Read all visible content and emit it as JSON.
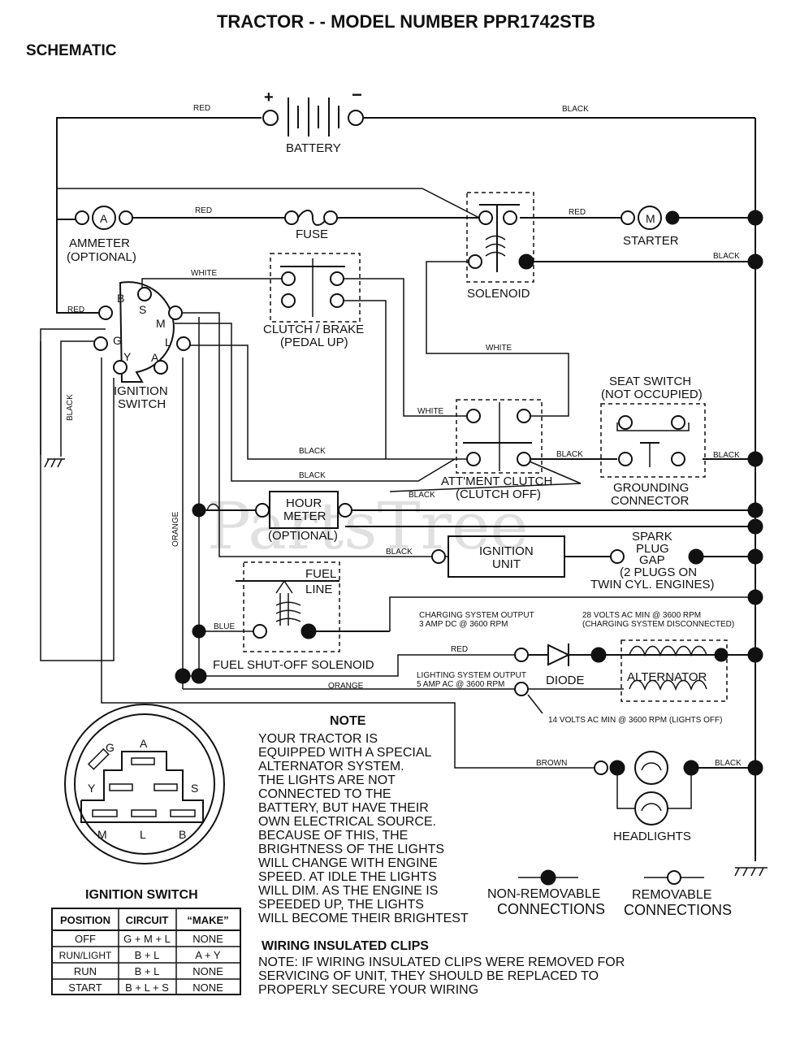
{
  "title": "TRACTOR - - MODEL NUMBER PPR1742STB",
  "subtitle": "SCHEMATIC",
  "watermark": "PartsTree",
  "components": {
    "battery": "BATTERY",
    "ammeter": "AMMETER",
    "ammeter_note": "(OPTIONAL)",
    "ammeter_symbol": "A",
    "fuse": "FUSE",
    "solenoid": "SOLENOID",
    "starter": "STARTER",
    "starter_symbol": "M",
    "clutch_brake": "CLUTCH / BRAKE",
    "clutch_brake_note": "(PEDAL UP)",
    "ignition_switch_1": "IGNITION",
    "ignition_switch_2": "SWITCH",
    "seat_switch": "SEAT SWITCH",
    "seat_switch_note": "(NOT OCCUPIED)",
    "grounding_connector_1": "GROUNDING",
    "grounding_connector_2": "CONNECTOR",
    "attment_clutch": "ATT'MENT CLUTCH",
    "attment_clutch_note": "(CLUTCH OFF)",
    "hour_meter_1": "HOUR",
    "hour_meter_2": "METER",
    "hour_meter_note": "(OPTIONAL)",
    "ignition_unit_1": "IGNITION",
    "ignition_unit_2": "UNIT",
    "spark_1": "SPARK",
    "spark_2": "PLUG",
    "spark_3": "GAP",
    "spark_4": "(2 PLUGS ON",
    "spark_5": "TWIN CYL. ENGINES)",
    "fuel_line_1": "FUEL",
    "fuel_line_2": "LINE",
    "fuel_shutoff": "FUEL SHUT-OFF SOLENOID",
    "diode": "DIODE",
    "alternator": "ALTERNATOR",
    "headlights": "HEADLIGHTS"
  },
  "terminals": {
    "B": "B",
    "S": "S",
    "M": "M",
    "G": "G",
    "L": "L",
    "Y": "Y",
    "A": "A"
  },
  "wire_colors": {
    "red": "RED",
    "black": "BLACK",
    "white": "WHITE",
    "orange": "ORANGE",
    "blue": "BLUE",
    "brown": "BROWN"
  },
  "electrical_notes": {
    "charging_output_1": "CHARGING SYSTEM OUTPUT",
    "charging_output_2": "3 AMP DC @ 3600 RPM",
    "volts28_1": "28 VOLTS AC MIN @ 3600 RPM",
    "volts28_2": "(CHARGING SYSTEM DISCONNECTED)",
    "lighting_output_1": "LIGHTING SYSTEM OUTPUT",
    "lighting_output_2": "5 AMP AC @ 3600 RPM",
    "volts14": "14 VOLTS AC MIN @ 3600 RPM (LIGHTS OFF)"
  },
  "note": {
    "heading": "NOTE",
    "lines": [
      "YOUR TRACTOR IS",
      "EQUIPPED WITH A SPECIAL",
      "ALTERNATOR SYSTEM.",
      "THE LIGHTS ARE NOT",
      "CONNECTED TO THE",
      "BATTERY, BUT HAVE THEIR",
      "OWN ELECTRICAL SOURCE.",
      "BECAUSE OF THIS, THE",
      "BRIGHTNESS OF THE LIGHTS",
      "WILL CHANGE WITH ENGINE",
      "SPEED.  AT IDLE THE LIGHTS",
      "WILL DIM.  AS THE ENGINE IS",
      "SPEEDED UP, THE LIGHTS",
      "WILL BECOME THEIR BRIGHTEST"
    ]
  },
  "legend": {
    "non_removable_1": "NON-REMOVABLE",
    "non_removable_2": "CONNECTIONS",
    "removable_1": "REMOVABLE",
    "removable_2": "CONNECTIONS"
  },
  "clips": {
    "heading": "WIRING INSULATED CLIPS",
    "line1": "NOTE: IF WIRING INSULATED CLIPS WERE REMOVED FOR",
    "line2": "SERVICING OF UNIT, THEY SHOULD BE REPLACED TO",
    "line3": "PROPERLY SECURE YOUR WIRING"
  },
  "ignition_table": {
    "heading": "IGNITION SWITCH",
    "headers": [
      "POSITION",
      "CIRCUIT",
      "“MAKE”"
    ],
    "rows": [
      [
        "OFF",
        "G + M + L",
        "NONE"
      ],
      [
        "RUN/LIGHT",
        "B + L",
        "A + Y"
      ],
      [
        "RUN",
        "B + L",
        "NONE"
      ],
      [
        "START",
        "B + L + S",
        "NONE"
      ]
    ]
  }
}
